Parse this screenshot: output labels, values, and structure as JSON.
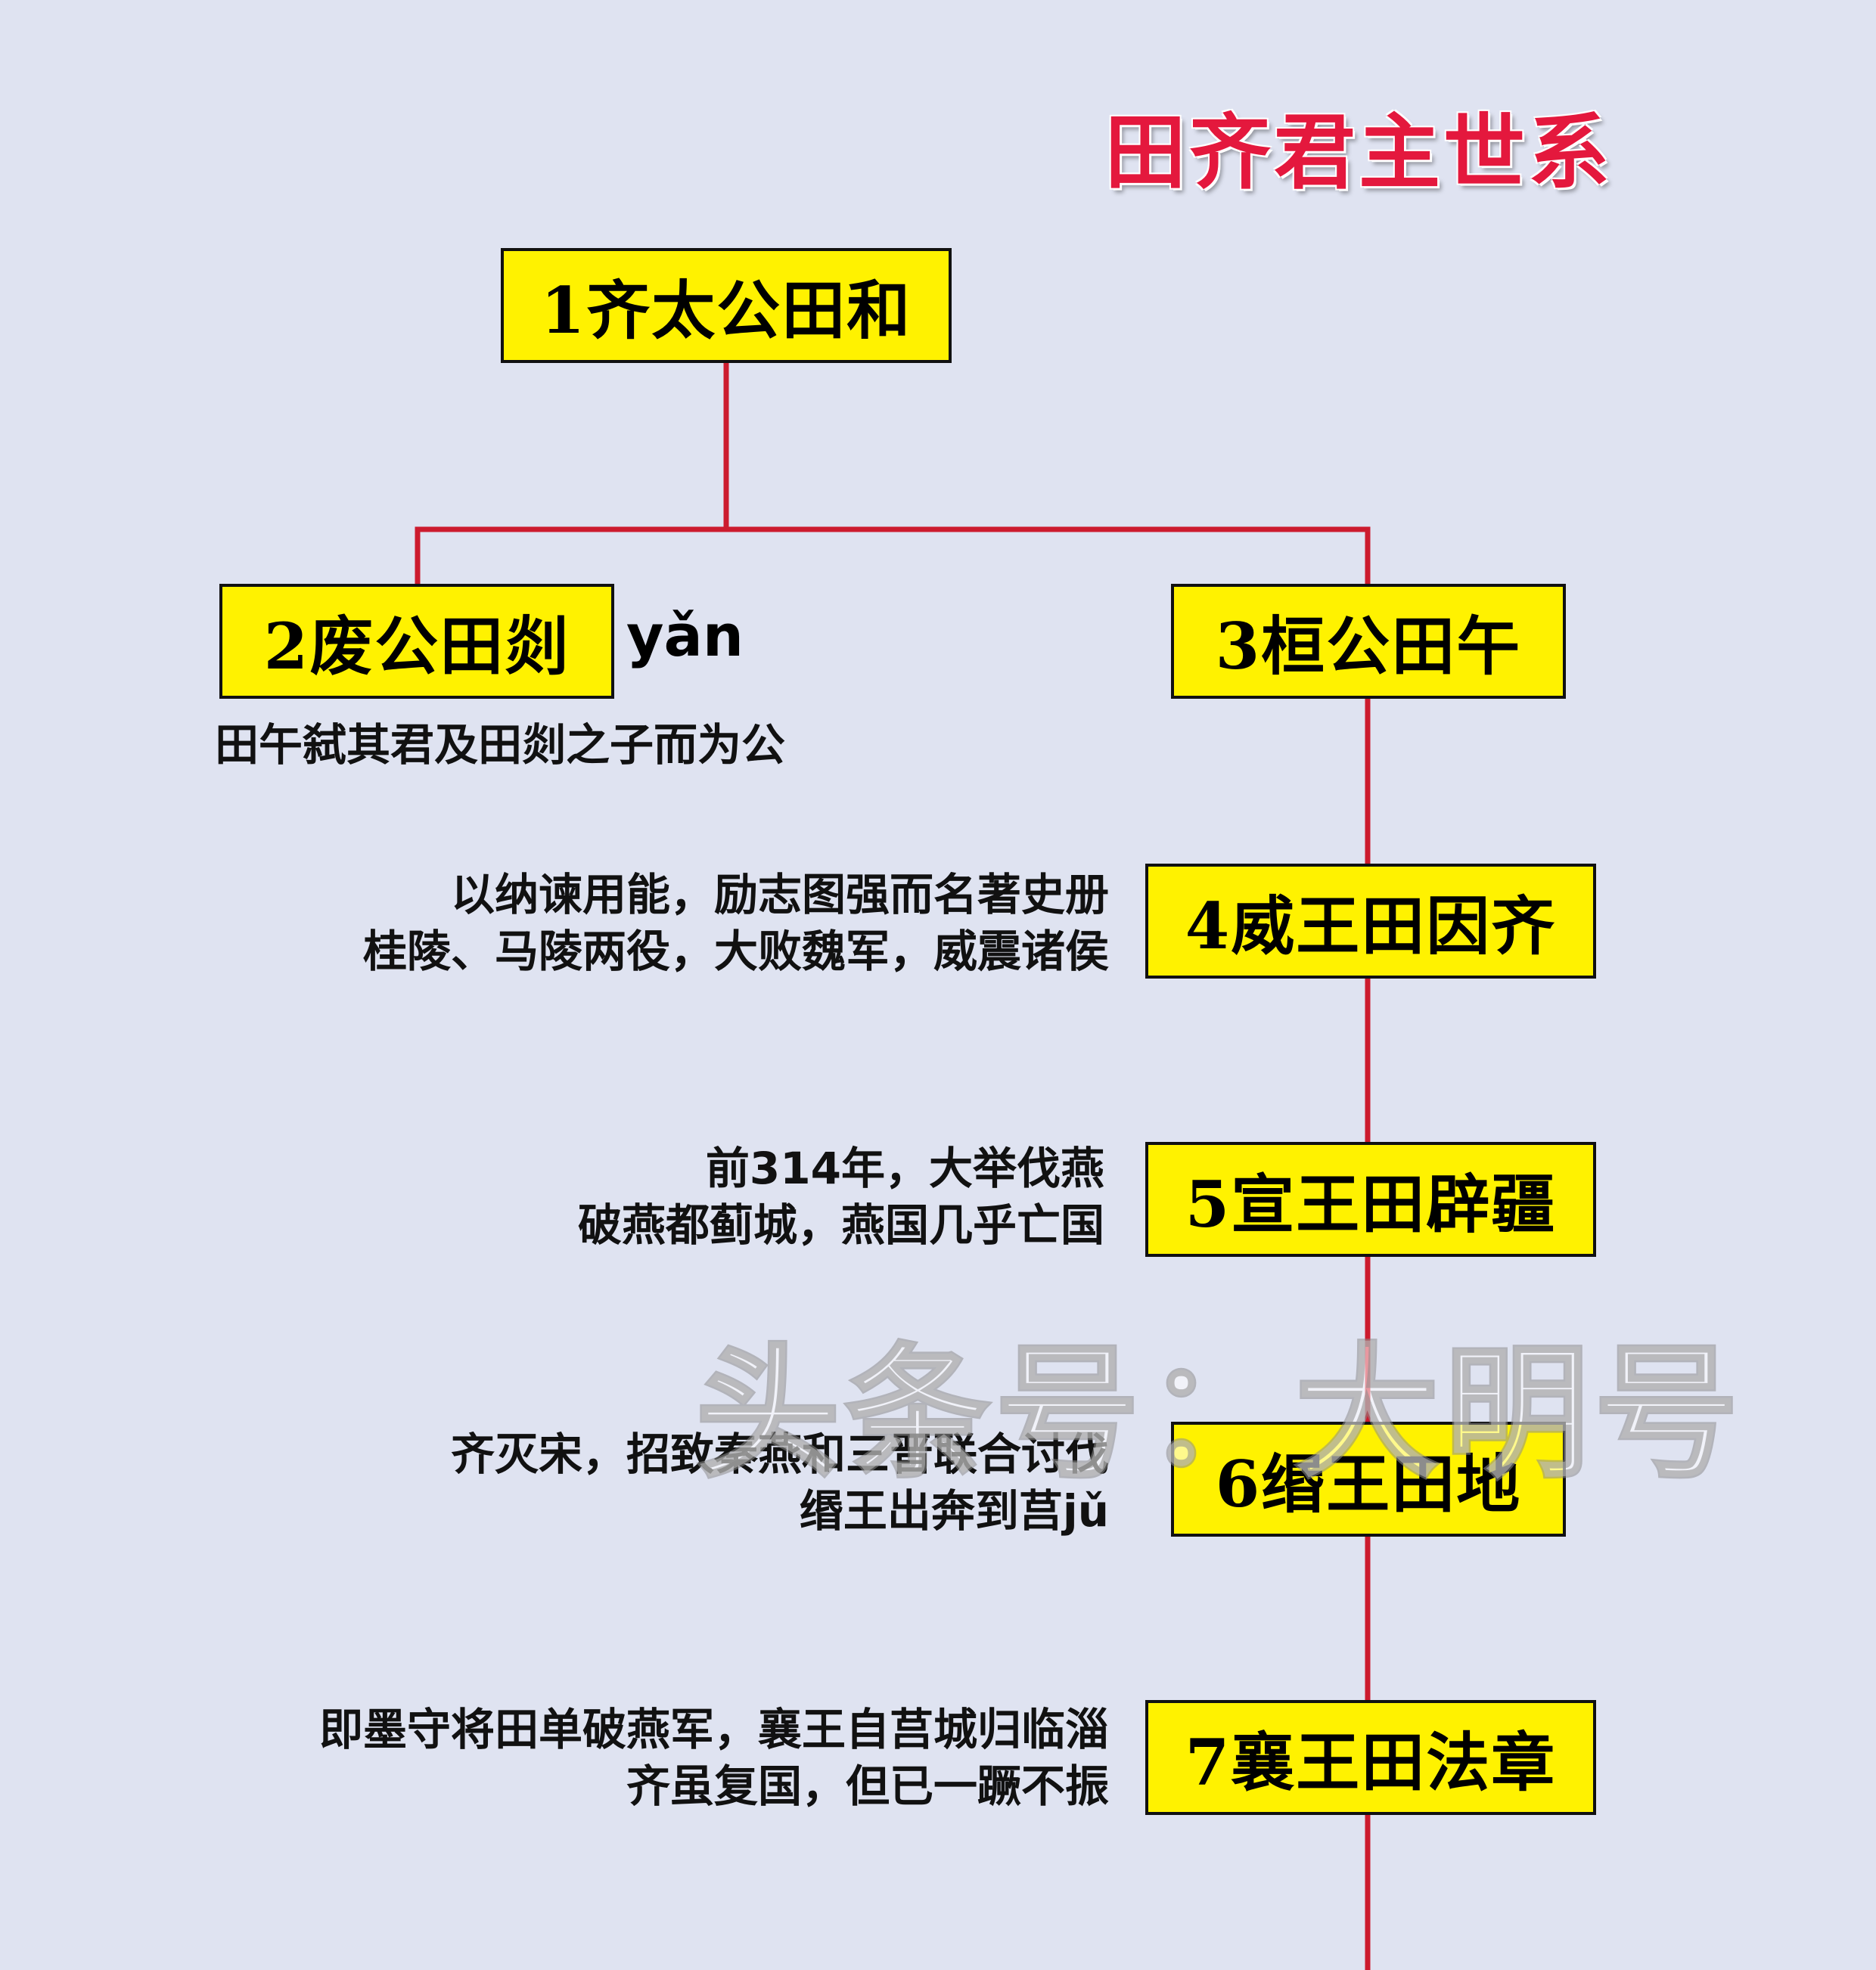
{
  "title": "田齐君主世系",
  "colors": {
    "background": "#dfe3f1",
    "title": "#e4183d",
    "node_fill": "#fff200",
    "connector": "#cc1b2e"
  },
  "nodes": {
    "n1": "1齐太公田和",
    "n2": "2废公田剡",
    "n2_pinyin": "yǎn",
    "n3": "3桓公田午",
    "n4": "4威王田因齐",
    "n5": "5宣王田辟疆",
    "n6": "6缗王田地",
    "n7": "7襄王田法章"
  },
  "notes": {
    "n2": [
      "田午弑其君及田剡之子而为公"
    ],
    "n4": [
      "以纳谏用能，励志图强而名著史册",
      "桂陵、马陵两役，大败魏军，威震诸侯"
    ],
    "n5": [
      "前314年，大举伐燕",
      "破燕都蓟城，燕国几乎亡国"
    ],
    "n6": [
      "齐灭宋，招致秦燕和三晋联合讨伐",
      "缗王出奔到莒jǔ"
    ],
    "n7": [
      "即墨守将田单破燕军，襄王自莒城归临淄",
      "齐虽复国，但已一蹶不振"
    ]
  },
  "watermark": "头条号：大明号"
}
